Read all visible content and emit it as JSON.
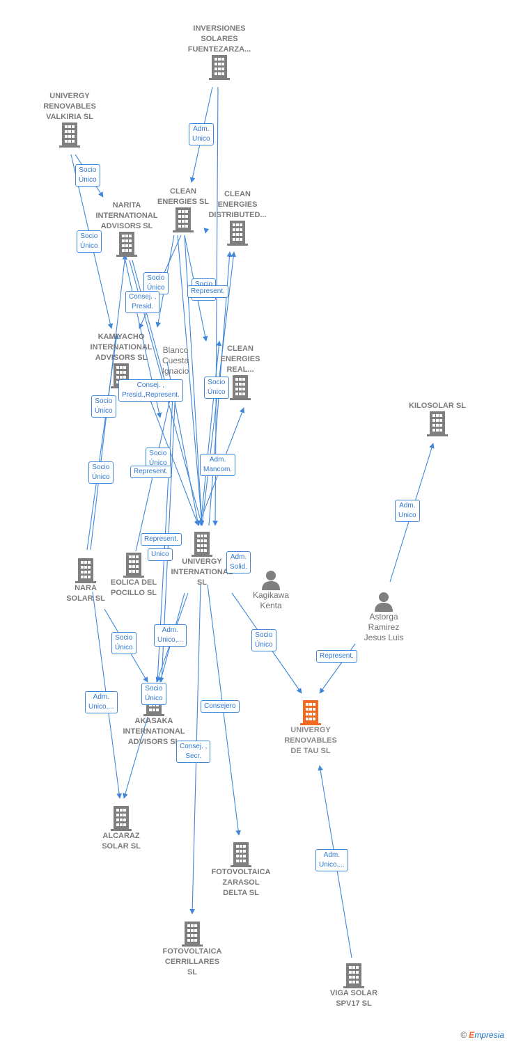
{
  "colors": {
    "link": "#3f87d8",
    "company": "#7f7f7f",
    "focus": "#f26a21",
    "person": "#7f7f7f"
  },
  "nodes": {
    "inversiones": {
      "label": "INVERSIONES\nSOLARES\nFUENTEZARZA...",
      "icon": "building-icon"
    },
    "valkiria": {
      "label": "UNIVERGY\nRENOVABLES\nVALKIRIA  SL",
      "icon": "building-icon"
    },
    "clean_energies": {
      "label": "CLEAN\nENERGIES SL",
      "icon": "building-icon"
    },
    "clean_distributed": {
      "label": "CLEAN\nENERGIES\nDISTRIBUTED...",
      "icon": "building-icon"
    },
    "narita": {
      "label": "NARITA\nINTERNATIONAL\nADVISORS  SL",
      "icon": "building-icon"
    },
    "kamiyacho": {
      "label": "KAMIYACHO\nINTERNATIONAL\nADVISORS  SL",
      "icon": "building-icon"
    },
    "blanco": {
      "label": "Blanco\nCuesta\nIgnacio",
      "icon": "person-icon"
    },
    "clean_real": {
      "label": "CLEAN\nENERGIES\nREAL...",
      "icon": "building-icon"
    },
    "kilosolar": {
      "label": "KILOSOLAR  SL",
      "icon": "building-icon"
    },
    "univergy_intl": {
      "label": "UNIVERGY\nINTERNATIONAL\nSL",
      "icon": "building-icon"
    },
    "nara": {
      "label": "NARA\nSOLAR  SL",
      "icon": "building-icon"
    },
    "eolica": {
      "label": "EOLICA DEL\nPOCILLO SL",
      "icon": "building-icon"
    },
    "kagikawa": {
      "label": "Kagikawa\nKenta",
      "icon": "person-icon"
    },
    "astorga": {
      "label": "Astorga\nRamirez\nJesus Luis",
      "icon": "person-icon"
    },
    "akasaka": {
      "label": "AKASAKA\nINTERNATIONAL\nADVISORS  SL",
      "icon": "building-icon"
    },
    "tau": {
      "label": "UNIVERGY\nRENOVABLES\nDE TAU  SL",
      "icon": "building-icon-highlighted"
    },
    "alcaraz": {
      "label": "ALCARAZ\nSOLAR SL",
      "icon": "building-icon"
    },
    "zarasol": {
      "label": "FOTOVOLTAICA\nZARASOL\nDELTA  SL",
      "icon": "building-icon"
    },
    "cerrillares": {
      "label": "FOTOVOLTAICA\nCERRILLARES\nSL",
      "icon": "building-icon"
    },
    "viga": {
      "label": "VIGA SOLAR\nSPV17  SL",
      "icon": "building-icon"
    }
  },
  "relations": [
    "Adm.\nUnico",
    "Socio\nÚnico",
    "Socio\nÚnico",
    "Socio\nÚnico",
    "Consej. ,\nPresid.",
    "Socio\nSolid.",
    "Represent.",
    "Socio\nÚnico",
    "Consej. ,\nPresid.,Represent.",
    "Socio\nÚnico",
    "Socio\nÚnico",
    "Socio\nÚnico",
    "Represent.",
    "Adm.\nMancom.",
    "Represent.",
    "Unico",
    "Adm.\nSolid.",
    "Adm.\nUnico",
    "Socio\nÚnico",
    "Represent.",
    "Socio\nÚnico",
    "Adm.\nUnico,...",
    "Socio\nÚnico",
    "Adm.\nUnico,...",
    "Consejero",
    "Consej. ,\nSecr.",
    "Adm.\nUnico,..."
  ],
  "footer": {
    "copyright": "©",
    "brand_initial": "E",
    "brand_rest": "mpresia"
  }
}
